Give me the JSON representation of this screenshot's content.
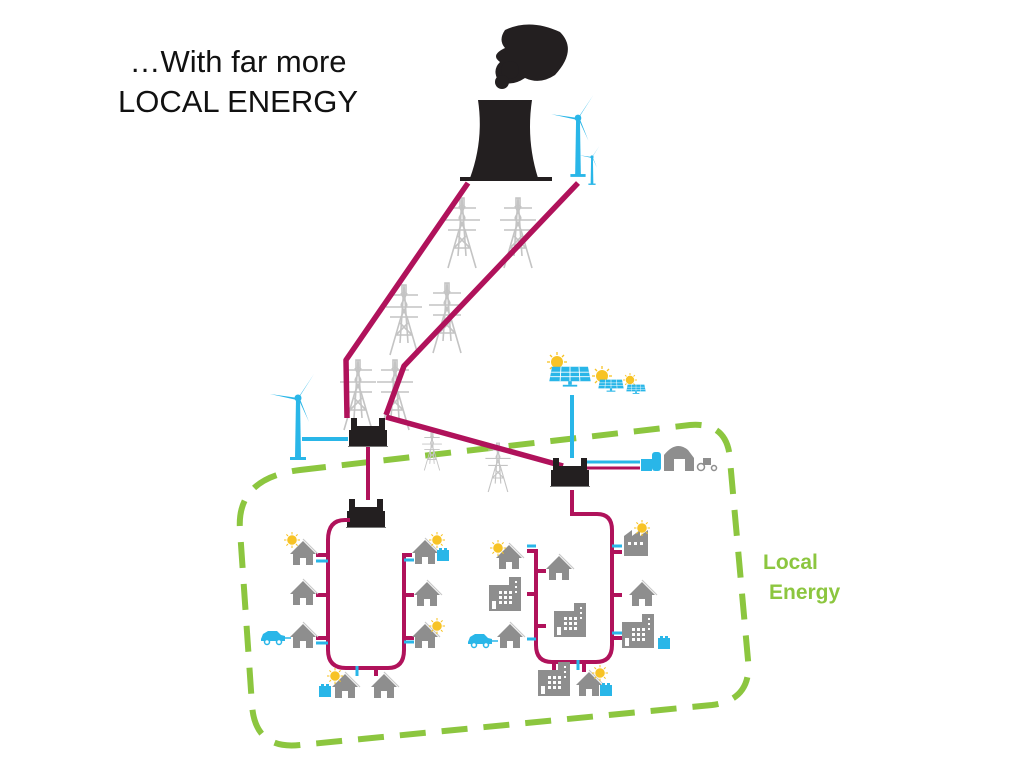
{
  "title": {
    "line1": "…With far more",
    "line2": "LOCAL ENERGY"
  },
  "region_label": {
    "line1": "Local",
    "line2": "Energy"
  },
  "colors": {
    "grid_line": "#b0125b",
    "renewable_link": "#29b6e8",
    "local_boundary": "#8cc63f",
    "substation": "#231f20",
    "buildings": "#8e8e8e",
    "pylons": "#c4c4c4",
    "sun": "#f7c325"
  },
  "nodes": {
    "power_station": "coal-power-station",
    "central_wind": "wind-turbine",
    "local_wind": "wind-turbine",
    "solar_farm": "solar-panels",
    "farm": "farm-with-biogas",
    "substations": [
      "main-substation",
      "left-local-substation",
      "right-local-substation"
    ]
  }
}
